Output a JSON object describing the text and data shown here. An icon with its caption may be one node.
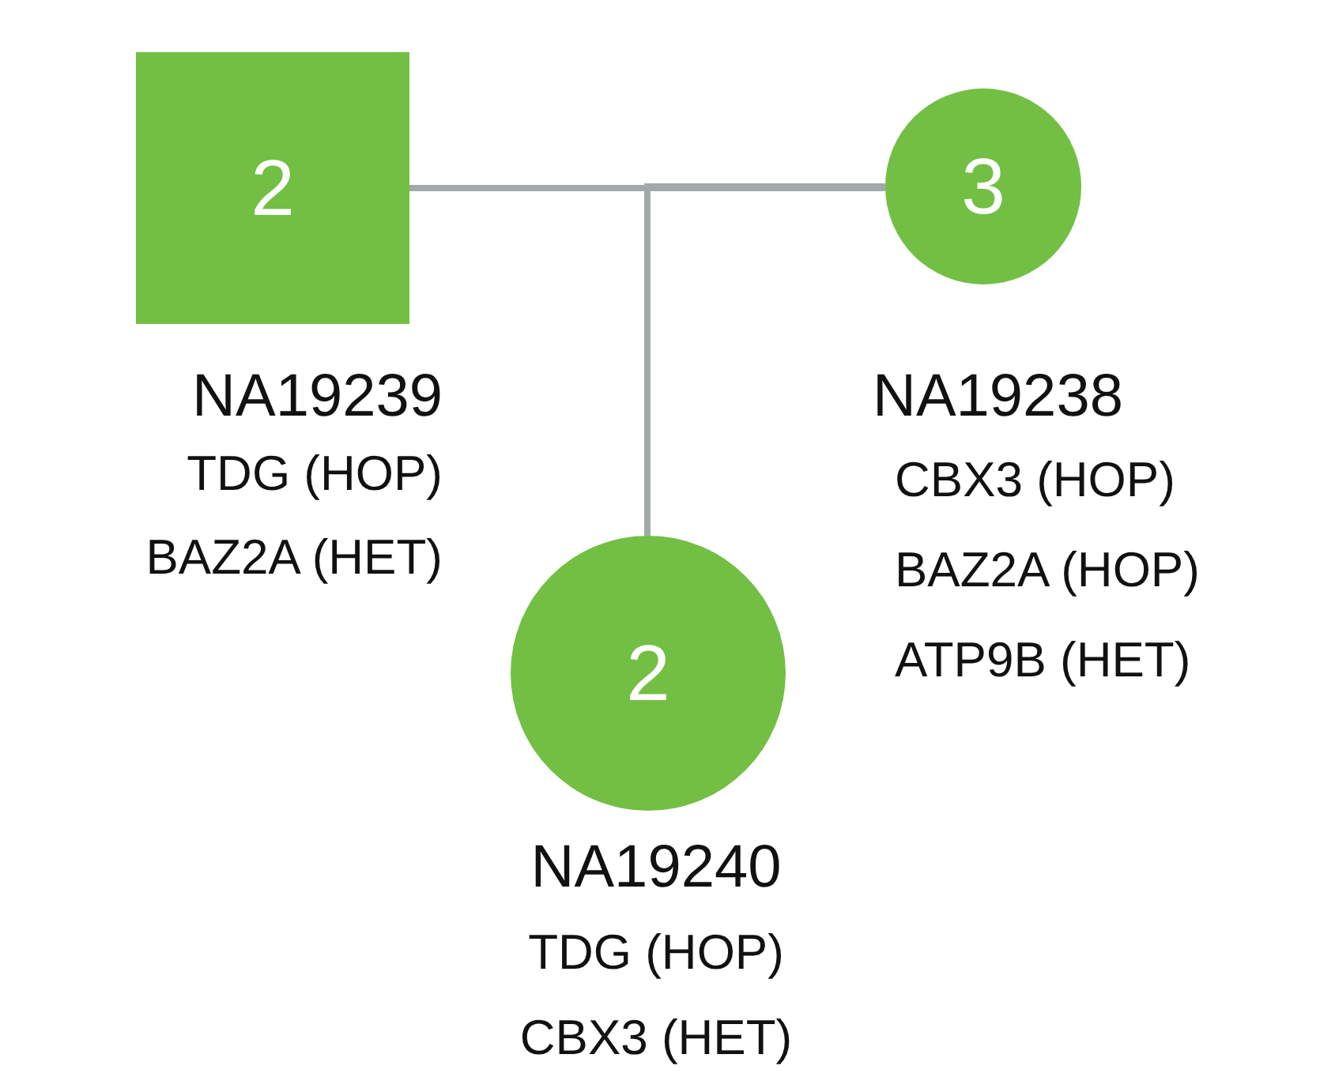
{
  "diagram": {
    "nodes": [
      {
        "text": [
          "2"
        ],
        "beside": [
          "NA19239",
          "TDG (HOP)",
          "BAZ2A (HET)"
        ]
      },
      {
        "text": [
          "3"
        ],
        "beside": [
          "NA19238",
          "CBX3 (HOP)",
          "BAZ2A (HOP)",
          "ATP9B (HET)"
        ]
      },
      {
        "text": [
          "2"
        ],
        "beside": [
          "NA19240",
          "TDG (HOP)",
          "CBX3 (HET)"
        ]
      }
    ],
    "edges": [
      {
        "from": 0,
        "to": 1,
        "arrow": "none"
      },
      {
        "from": 0,
        "to": 2,
        "arrow": "none"
      },
      {
        "from": 1,
        "to": 2,
        "arrow": "none"
      }
    ]
  }
}
